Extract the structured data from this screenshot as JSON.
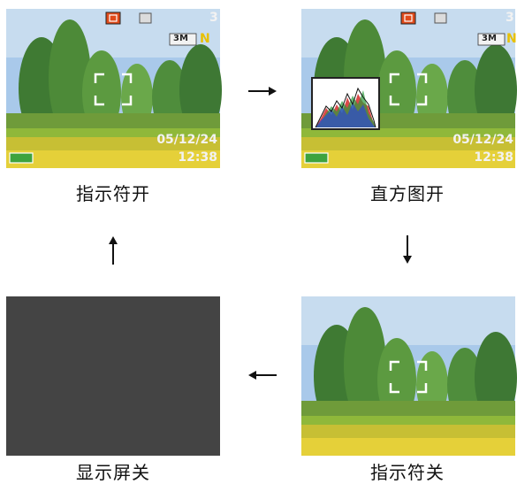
{
  "panels": {
    "top_left": {
      "label": "指示符开",
      "overlay": {
        "shot_count": "3",
        "image_size": "3M",
        "quality": "N",
        "date": "05/12/24",
        "time": "12:38"
      }
    },
    "top_right": {
      "label": "直方图开",
      "overlay": {
        "shot_count": "3",
        "image_size": "3M",
        "quality": "N",
        "date": "05/12/24",
        "time": "12:38"
      }
    },
    "bottom_right": {
      "label": "指示符关"
    },
    "bottom_left": {
      "label": "显示屏关"
    }
  },
  "icons": {
    "arrows": [
      "arrow-right-icon",
      "arrow-down-icon",
      "arrow-left-icon",
      "arrow-up-icon"
    ],
    "overlay": [
      "record-mode-icon",
      "flash-icon",
      "focus-frame-icon",
      "battery-icon",
      "histogram-icon"
    ]
  },
  "colors": {
    "sky": "#a9c9ea",
    "grass": "#8fb83a",
    "flowers": "#e8d13a",
    "overlay_text": "#f2f2f2",
    "record_icon": "#e04a1a",
    "screen_off": "#444444"
  }
}
